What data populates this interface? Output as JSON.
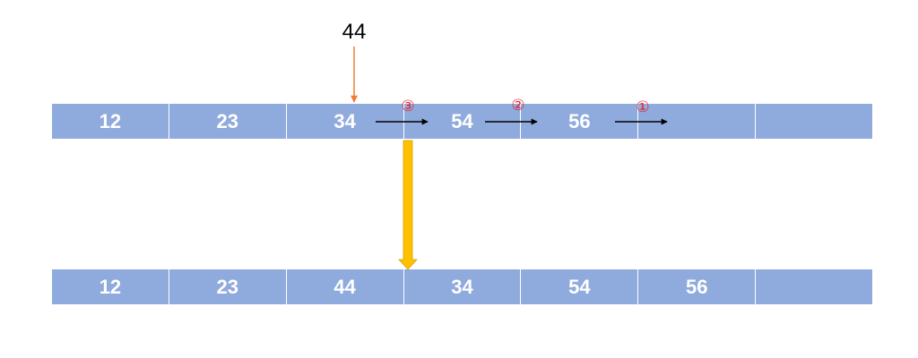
{
  "insert_value": "44",
  "before_array": {
    "cells": [
      "12",
      "23",
      "34",
      "54",
      "56",
      "",
      ""
    ]
  },
  "after_array": {
    "cells": [
      "12",
      "23",
      "44",
      "34",
      "54",
      "56",
      ""
    ]
  },
  "shift_steps": [
    {
      "label": "③"
    },
    {
      "label": "②"
    },
    {
      "label": "①"
    }
  ],
  "colors": {
    "cell_fill": "#8faadc",
    "cell_text": "#ffffff",
    "insert_arrow": "#ed7d31",
    "transform_arrow": "#ffc000",
    "step_label": "#e8262a",
    "shift_arrow": "#000000"
  }
}
